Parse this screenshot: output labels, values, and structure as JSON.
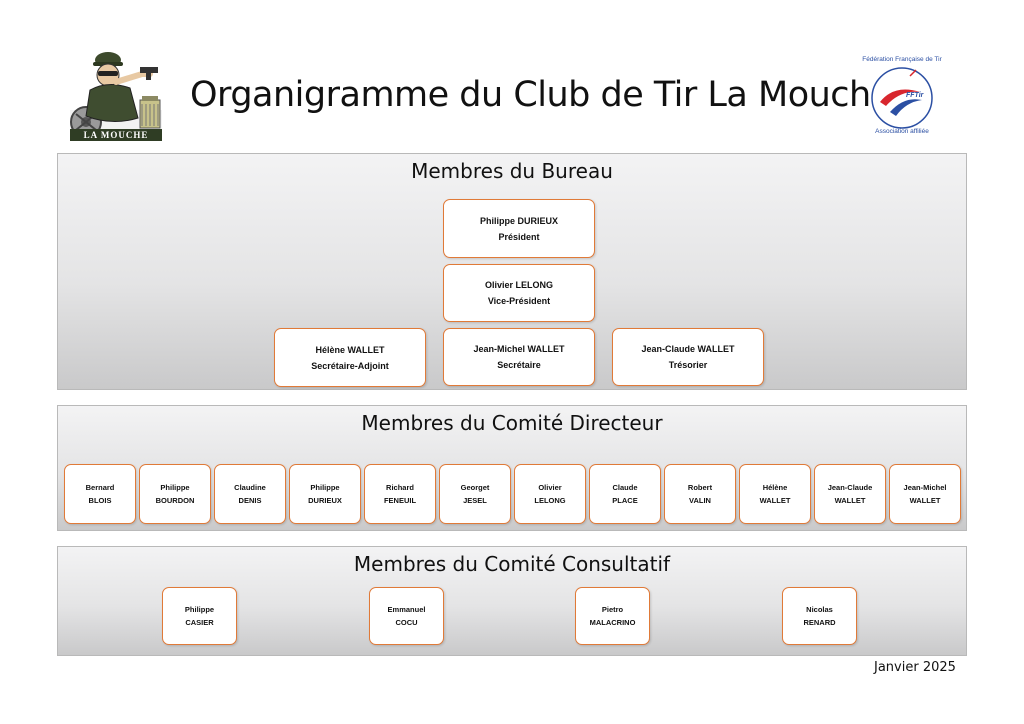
{
  "header": {
    "title": "Organigramme du Club de Tir La Mouche",
    "club_logo_text": "LA MOUCHE",
    "federation_logo_text_top": "Fédération Française de Tir",
    "federation_logo_text_bottom": "Association affiliée",
    "federation_logo_mark": "FFTir"
  },
  "bureau": {
    "title": "Membres du Bureau",
    "president": {
      "name": "Philippe DURIEUX",
      "role": "Président"
    },
    "vice_president": {
      "name": "Olivier LELONG",
      "role": "Vice-Président"
    },
    "secretary_assistant": {
      "name": "Hélène WALLET",
      "role": "Secrétaire-Adjoint"
    },
    "secretary": {
      "name": "Jean-Michel WALLET",
      "role": "Secrétaire"
    },
    "treasurer": {
      "name": "Jean-Claude WALLET",
      "role": "Trésorier"
    }
  },
  "comite_directeur": {
    "title": "Membres du Comité Directeur",
    "members": [
      {
        "first": "Bernard",
        "last": "BLOIS"
      },
      {
        "first": "Philippe",
        "last": "BOURDON"
      },
      {
        "first": "Claudine",
        "last": "DENIS"
      },
      {
        "first": "Philippe",
        "last": "DURIEUX"
      },
      {
        "first": "Richard",
        "last": "FENEUIL"
      },
      {
        "first": "Georget",
        "last": "JESEL"
      },
      {
        "first": "Olivier",
        "last": "LELONG"
      },
      {
        "first": "Claude",
        "last": "PLACE"
      },
      {
        "first": "Robert",
        "last": "VALIN"
      },
      {
        "first": "Hélène",
        "last": "WALLET"
      },
      {
        "first": "Jean-Claude",
        "last": "WALLET"
      },
      {
        "first": "Jean-Michel",
        "last": "WALLET"
      }
    ]
  },
  "comite_consultatif": {
    "title": "Membres du Comité Consultatif",
    "members": [
      {
        "first": "Philippe",
        "last": "CASIER"
      },
      {
        "first": "Emmanuel",
        "last": "COCU"
      },
      {
        "first": "Pietro",
        "last": "MALACRINO"
      },
      {
        "first": "Nicolas",
        "last": "RENARD"
      }
    ]
  },
  "footer": {
    "date": "Janvier 2025"
  },
  "colors": {
    "box_border": "#e07a38",
    "panel_top": "#f3f3f4",
    "panel_bottom": "#c9c9ca"
  }
}
